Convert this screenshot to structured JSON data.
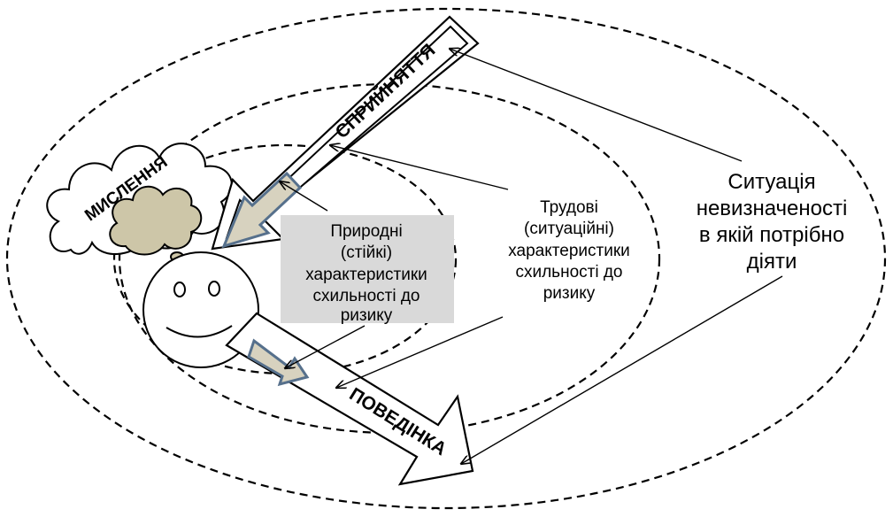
{
  "labels": {
    "perception": "СПРИЙНЯТТЯ",
    "thinking": "МИСЛЕННЯ",
    "behavior": "ПОВЕДІНКА"
  },
  "natural_characteristics": [
    "Природні",
    "(стійкі)",
    "характеристики",
    "схильності до",
    "ризику"
  ],
  "labor_characteristics": [
    "Трудові",
    "(ситуаційні)",
    "характеристики",
    "схильності до",
    "ризику"
  ],
  "uncertainty_situation": [
    "Ситуація",
    "невизначеності",
    "в якій потрібно",
    "діяти"
  ],
  "colors": {
    "inner_arrow_fill": "#d7d2bf",
    "inner_arrow_stroke": "#56708c",
    "thought_cloud": "#cdc6a8",
    "label_box": "#d9d9d9"
  }
}
